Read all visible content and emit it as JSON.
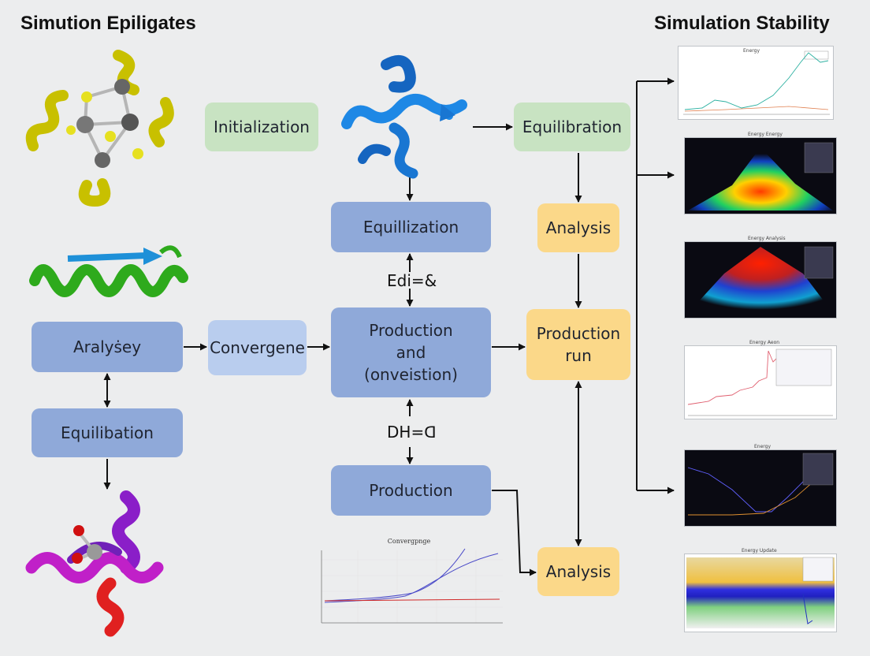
{
  "titles": {
    "left": "Simution Epiligates",
    "right": "Simulation Stability"
  },
  "boxes": {
    "initialization": "Initialization",
    "equilibration_top": "Equilibration",
    "equillization": "Equillization",
    "analysis_top": "Analysis",
    "analysis_left": "Aralyṡey",
    "convergence": "Convergene",
    "production_and_l1": "Production",
    "production_and_l2": "and",
    "production_and_l3": "(onveistion)",
    "production_run_l1": "Production",
    "production_run_l2": "run",
    "equilibation_left": "Equilibation",
    "production": "Production",
    "analysis_bottom": "Analysis"
  },
  "labels": {
    "edi": "Edi=&",
    "dh": "DH=ᗡ"
  },
  "mini_chart": {
    "title": "Convergpnge"
  },
  "panel_titles": [
    "Energy",
    "Energy Energy",
    "Energy Analysis",
    "Energy Aeon",
    "Energy",
    "Energy Update"
  ],
  "colors": {
    "blue_box": "#8fa9d9",
    "light_blue_box": "#b9cdee",
    "green_box": "#c8e3c2",
    "yellow_box": "#fbd889"
  }
}
